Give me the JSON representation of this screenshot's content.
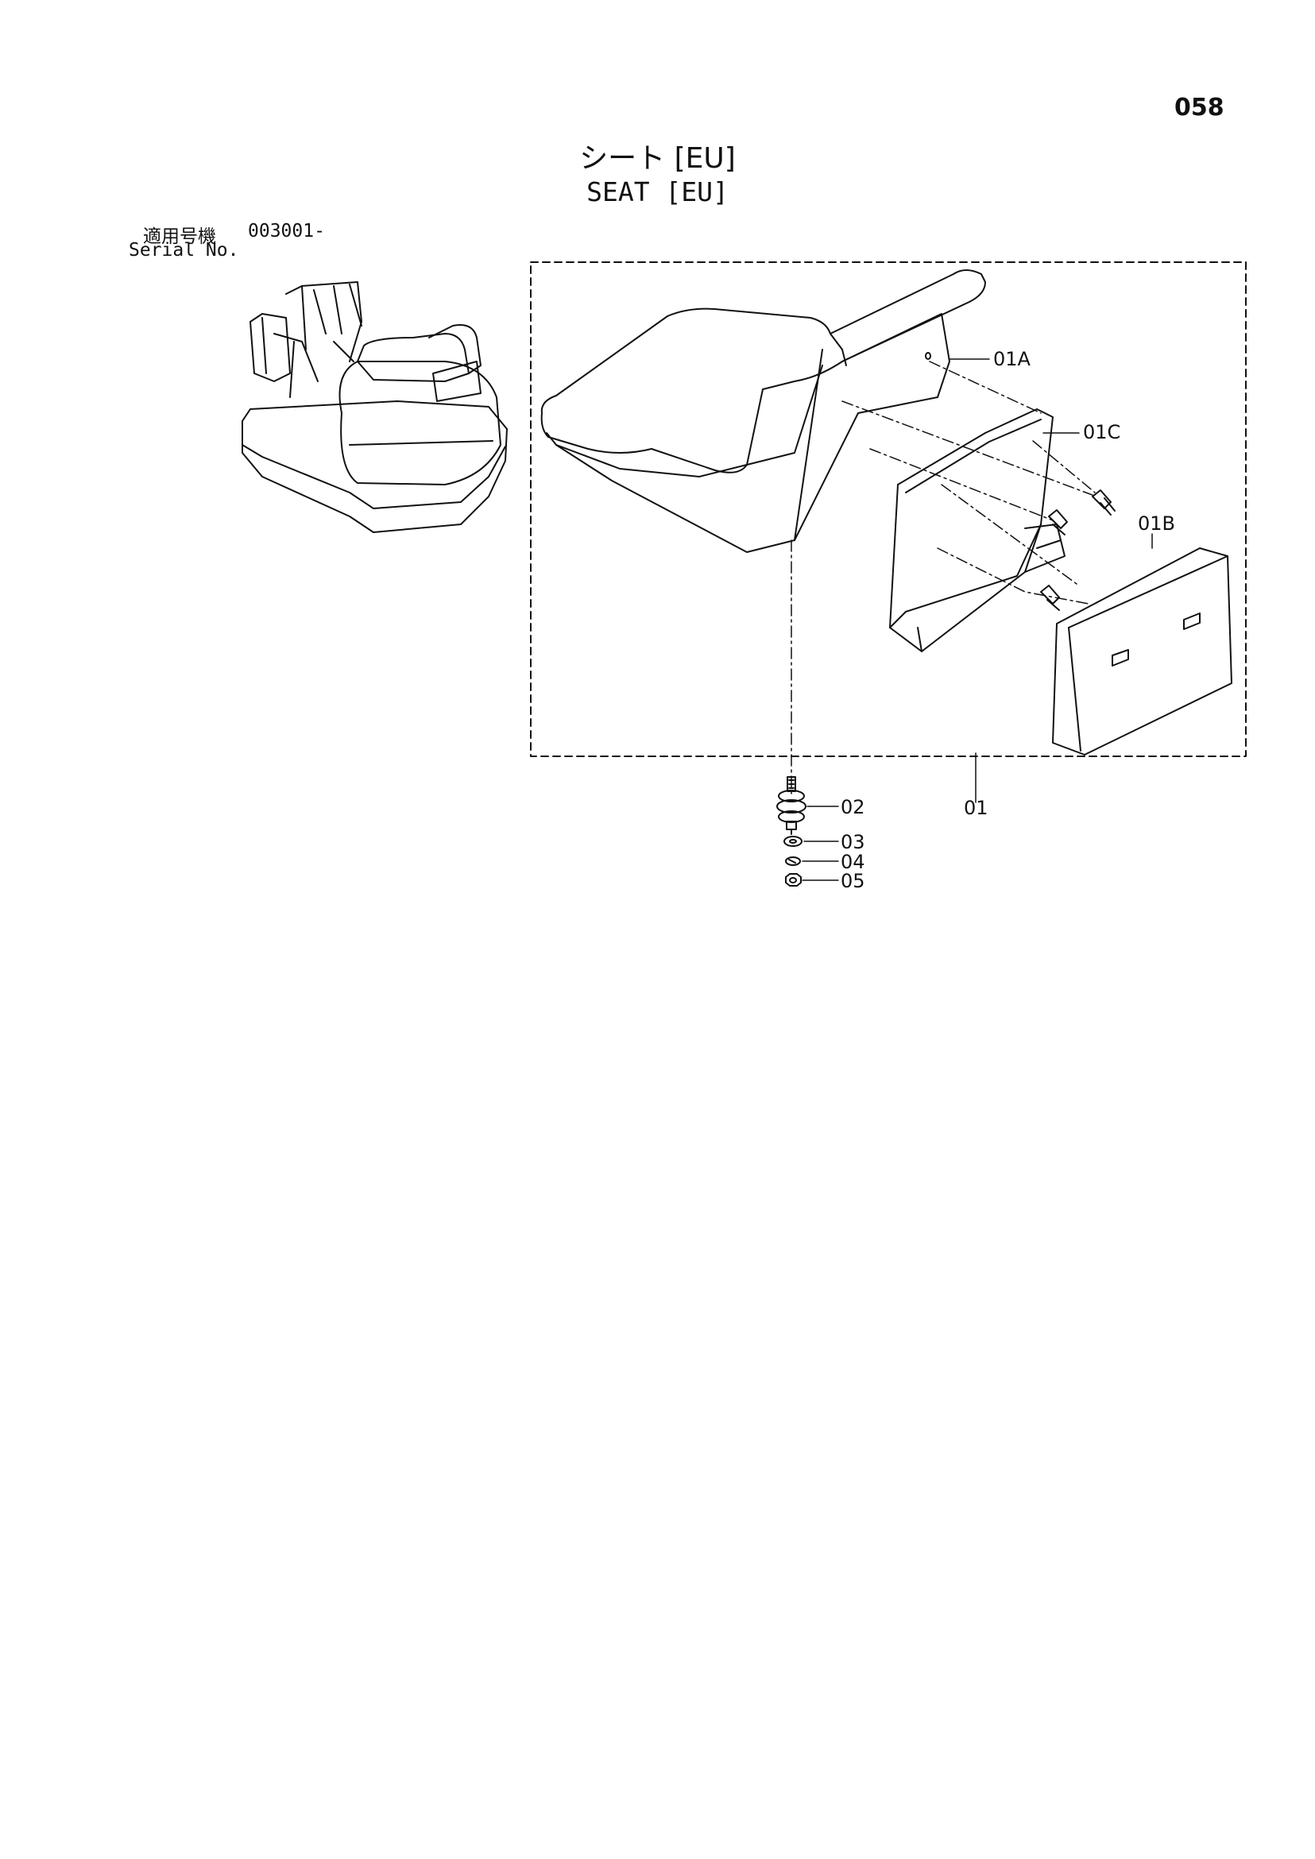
{
  "page_number": "058",
  "title_ja": "シート [EU]",
  "title_en": "SEAT [EU]",
  "serial": {
    "label_ja": "適用号機",
    "value": "003001-",
    "label_en": "Serial No."
  },
  "callouts": {
    "c01A": "01A",
    "c01C": "01C",
    "c01B": "01B",
    "c01": "01",
    "c02": "02",
    "c03": "03",
    "c04": "04",
    "c05": "05"
  }
}
